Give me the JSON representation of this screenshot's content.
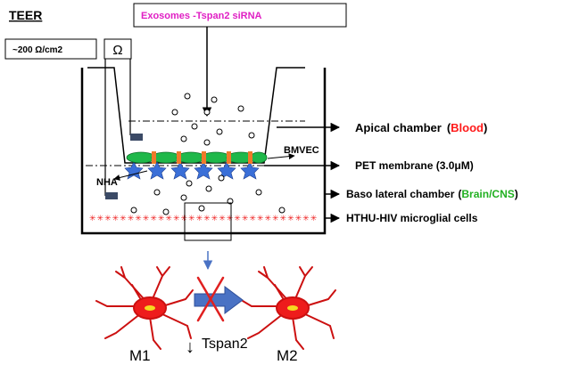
{
  "header": {
    "teer_title": "TEER",
    "teer_value": "~200 Ω/cm2",
    "ohm_symbol": "Ω",
    "treatment_label": "Exosomes -Tspan2 siRNA"
  },
  "labels": {
    "apical_prefix": "Apical chamber",
    "apical_open": "(",
    "apical_highlight": "Blood",
    "apical_close": ")",
    "pet_membrane": "PET membrane (3.0μM)",
    "bmvec": "BMVEC",
    "nha": "NHA",
    "baso_prefix": "Baso lateral chamber",
    "baso_open": "(",
    "baso_highlight": "Brain/CNS",
    "baso_close": ")",
    "microglia": "HTHU-HIV microglial cells"
  },
  "bottom": {
    "m1_label": "M1",
    "m2_label": "M2",
    "down_arrow_symbol": "↓",
    "tspan2_label": "Tspan2"
  },
  "colors": {
    "treatment_text": "#e01fc4",
    "blood": "#ff1a1a",
    "brain_cns": "#22b022",
    "endothelial_cell": "#1fb84a",
    "astrocyte": "#3a6fd8",
    "pericyte": "#f07a2a",
    "microglia_cell": "#ee1c1c",
    "microglia_nucleus": "#f5d820",
    "transition_arrow": "#4a72c4",
    "cross": "#e02020",
    "electrode": "#3b4a66"
  },
  "icons": {
    "ohm": "ohm-meter-icon",
    "cross": "blocked-cross-icon",
    "arrow": "transition-arrow-icon"
  }
}
